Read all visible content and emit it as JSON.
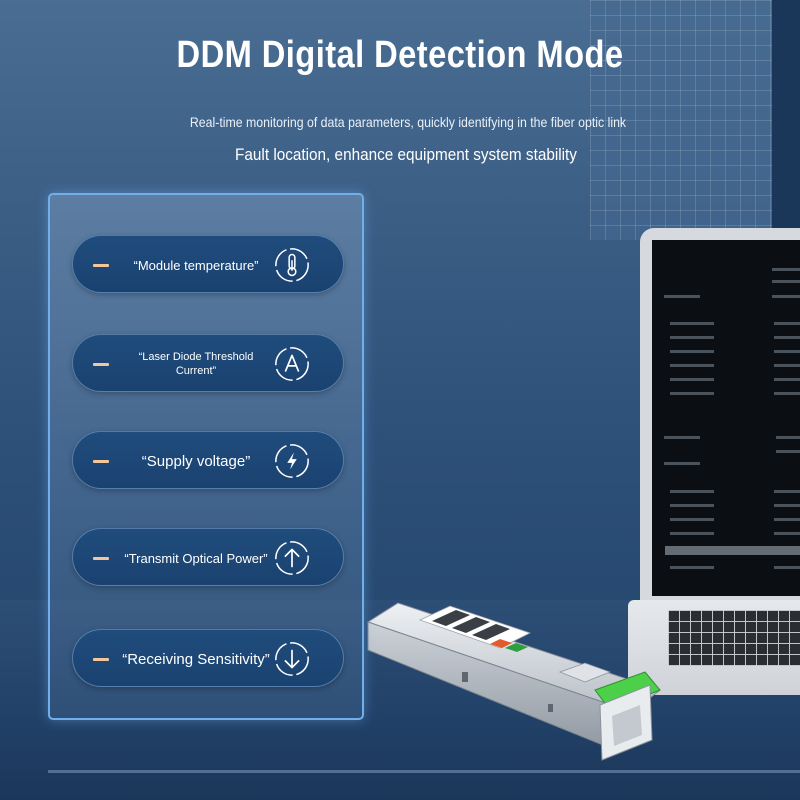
{
  "header": {
    "title": "DDM Digital Detection Mode",
    "subtitle_line_1": "Real-time monitoring of data parameters, quickly identifying in the fiber optic link",
    "subtitle_line_2": "Fault location, enhance equipment system stability"
  },
  "parameters": [
    {
      "label": "“Module temperature”",
      "icon": "thermometer-icon"
    },
    {
      "label": "“Laser Diode Threshold Current”",
      "icon": "letter-a-icon"
    },
    {
      "label": "“Supply voltage”",
      "icon": "lightning-bolt-icon"
    },
    {
      "label": "“Transmit Optical Power”",
      "icon": "arrow-up-icon"
    },
    {
      "label": "“Receiving Sensitivity”",
      "icon": "arrow-down-icon"
    }
  ],
  "colors": {
    "background": "#2d5079",
    "panel_border": "#6fb0ec",
    "pill_fill": "#1f4c7c",
    "dash_accent": "#f3c79a",
    "module_green": "#4cd04a",
    "module_silver": "#c9ced4"
  }
}
